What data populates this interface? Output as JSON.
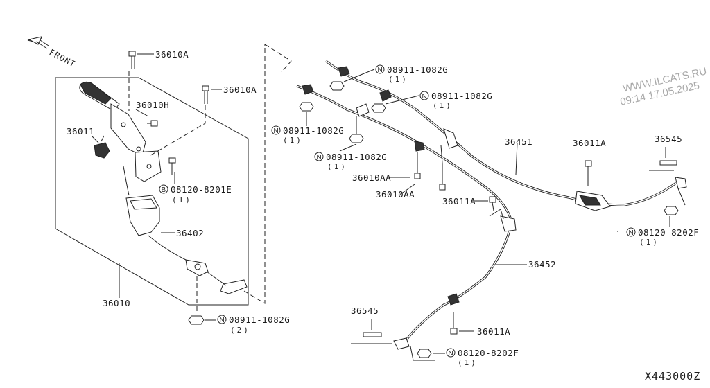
{
  "watermark": {
    "site": "WWW.ILCATS.RU",
    "datetime": "09:14 17.05.2025"
  },
  "front_label": "FRONT",
  "diagram_code": "X443000Z",
  "labels": {
    "p36010A_a": "36010A",
    "p36010A_b": "36010A",
    "p36010H": "36010H",
    "p36011": "36011",
    "p08120_8201E": "08120-8201E",
    "p08120_8201E_qty": "(1)",
    "p36402": "36402",
    "p36010": "36010",
    "p08911_left": "08911-1082G",
    "p08911_left_qty": "(2)",
    "p08911_top": "08911-1082G",
    "p08911_top_qty": "(1)",
    "p08911_top2": "08911-1082G",
    "p08911_top2_qty": "(1)",
    "p08911_mid1": "08911-1082G",
    "p08911_mid1_qty": "(1)",
    "p08911_mid2": "08911-1082G",
    "p08911_mid2_qty": "(1)",
    "p36010AA_a": "36010AA",
    "p36010AA_b": "36010AA",
    "p36011A_a": "36011A",
    "p36011A_b": "36011A",
    "p36011A_c": "36011A",
    "p36451": "36451",
    "p36452": "36452",
    "p36545_a": "36545",
    "p36545_b": "36545",
    "p08120_8202F_a": "08120-8202F",
    "p08120_8202F_a_qty": "(1)",
    "p08120_8202F_b": "08120-8202F",
    "p08120_8202F_b_qty": "(1)"
  },
  "symbols": {
    "bolt_prefix": "B",
    "nut_prefix": "N"
  }
}
